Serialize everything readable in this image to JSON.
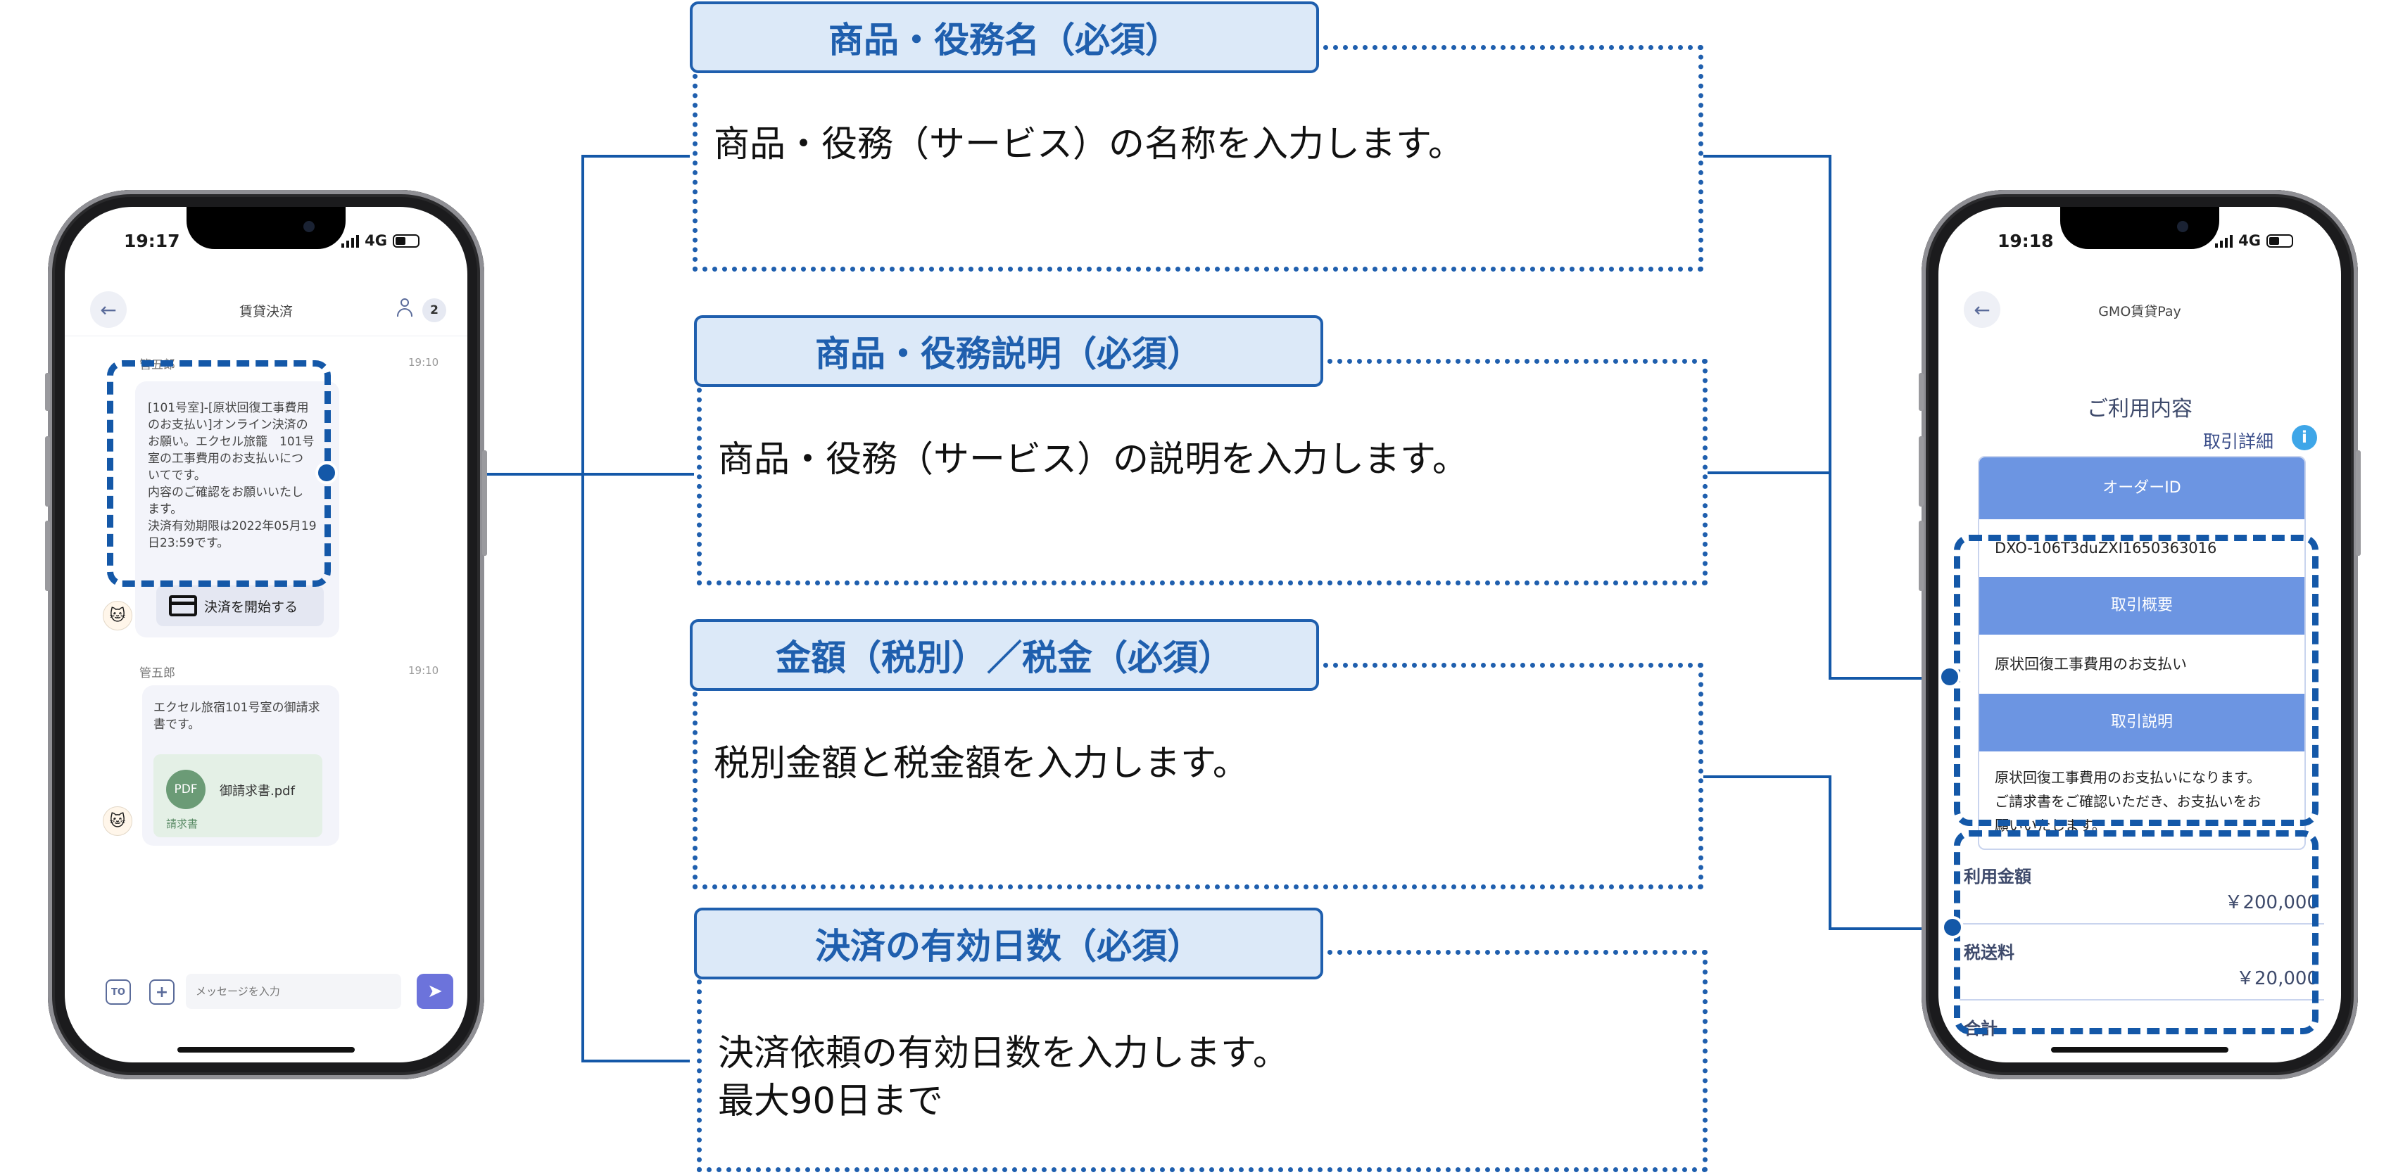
{
  "left_phone": {
    "status_time": "19:17",
    "network": "4G",
    "nav_title": "賃貸決済",
    "member_count": "2",
    "messages": [
      {
        "sender": "管五郎",
        "time": "19:10",
        "lines": [
          "[101号室]-[原状回復工事費用",
          "のお支払い]オンライン決済の",
          "お願い。エクセル旅籠　101号",
          "室の工事費用のお支払いにつ",
          "いてです。",
          "内容のご確認をお願いいたし",
          "ます。",
          "決済有効期限は2022年05月19",
          "日23:59です。"
        ],
        "button_label": "決済を開始する"
      },
      {
        "sender": "管五郎",
        "time": "19:10",
        "lines": [
          "エクセル旅宿101号室の御請求",
          "書です。"
        ],
        "file_badge": "PDF",
        "file_name": "御請求書.pdf",
        "file_tag": "請求書"
      }
    ],
    "composer": {
      "to_label": "TO",
      "plus_label": "+",
      "placeholder": "メッセージを入力"
    }
  },
  "right_phone": {
    "status_time": "19:18",
    "network": "4G",
    "nav_title": "GMO賃貸Pay",
    "page_title": "ご利用内容",
    "detail_link": "取引詳細",
    "order_id_header": "オーダーID",
    "order_id": "DXO-106T3duZXI1650363016",
    "summary_header": "取引概要",
    "summary": "原状回復工事費用のお支払い",
    "description_header": "取引説明",
    "description_lines": [
      "原状回復工事費用のお支払いになります。",
      "ご請求書をご確認いただき、お支払いをお",
      "願いいたします。"
    ],
    "usage_amount_label": "利用金額",
    "usage_amount": "￥200,000",
    "tax_label": "税送料",
    "tax_amount": "￥20,000",
    "total_label": "合計"
  },
  "annotations": [
    {
      "label": "商品・役務名（必須）",
      "lines": [
        "商品・役務（サービス）の名称を入力します。"
      ]
    },
    {
      "label": "商品・役務説明（必須）",
      "lines": [
        "商品・役務（サービス）の説明を入力します。"
      ]
    },
    {
      "label": "金額（税別）／税金（必須）",
      "lines": [
        "税別金額と税金額を入力します。"
      ]
    },
    {
      "label": "決済の有効日数（必須）",
      "lines": [
        "決済依頼の有効日数を入力します。",
        "最大90日まで"
      ]
    }
  ],
  "colors": {
    "accent_blue": "#1f5fae",
    "label_fill": "#dce9f8",
    "table_header": "#6c95e2",
    "send_button": "#6c73db"
  }
}
